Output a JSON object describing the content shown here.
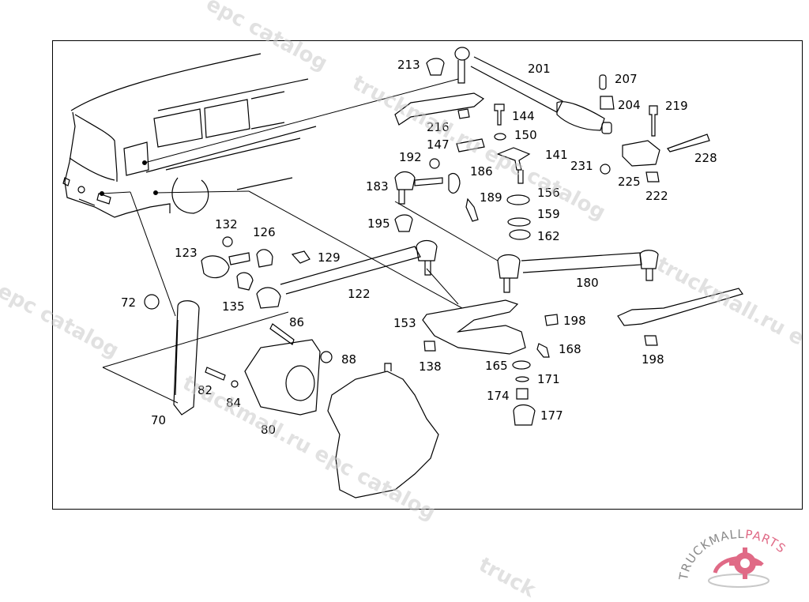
{
  "diagram": {
    "title": "Steering linkage parts diagram",
    "callouts": [
      {
        "id": "213",
        "text": "213"
      },
      {
        "id": "201",
        "text": "201"
      },
      {
        "id": "207",
        "text": "207"
      },
      {
        "id": "204",
        "text": "204"
      },
      {
        "id": "219",
        "text": "219"
      },
      {
        "id": "144",
        "text": "144"
      },
      {
        "id": "216",
        "text": "216"
      },
      {
        "id": "150",
        "text": "150"
      },
      {
        "id": "147",
        "text": "147"
      },
      {
        "id": "141",
        "text": "141"
      },
      {
        "id": "192",
        "text": "192"
      },
      {
        "id": "231",
        "text": "231"
      },
      {
        "id": "228",
        "text": "228"
      },
      {
        "id": "186",
        "text": "186"
      },
      {
        "id": "225",
        "text": "225"
      },
      {
        "id": "183",
        "text": "183"
      },
      {
        "id": "156",
        "text": "156"
      },
      {
        "id": "222",
        "text": "222"
      },
      {
        "id": "189",
        "text": "189"
      },
      {
        "id": "159",
        "text": "159"
      },
      {
        "id": "195",
        "text": "195"
      },
      {
        "id": "162",
        "text": "162"
      },
      {
        "id": "132",
        "text": "132"
      },
      {
        "id": "126",
        "text": "126"
      },
      {
        "id": "123",
        "text": "123"
      },
      {
        "id": "129",
        "text": "129"
      },
      {
        "id": "180",
        "text": "180"
      },
      {
        "id": "72",
        "text": "72"
      },
      {
        "id": "135",
        "text": "135"
      },
      {
        "id": "122",
        "text": "122"
      },
      {
        "id": "86",
        "text": "86"
      },
      {
        "id": "153",
        "text": "153"
      },
      {
        "id": "198a",
        "text": "198"
      },
      {
        "id": "168",
        "text": "168"
      },
      {
        "id": "198b",
        "text": "198"
      },
      {
        "id": "138",
        "text": "138"
      },
      {
        "id": "88",
        "text": "88"
      },
      {
        "id": "165",
        "text": "165"
      },
      {
        "id": "171",
        "text": "171"
      },
      {
        "id": "82",
        "text": "82"
      },
      {
        "id": "174",
        "text": "174"
      },
      {
        "id": "84",
        "text": "84"
      },
      {
        "id": "177",
        "text": "177"
      },
      {
        "id": "70",
        "text": "70"
      },
      {
        "id": "80",
        "text": "80"
      }
    ]
  },
  "watermarks": [
    "epc catalog",
    "truckmall.ru epc catalog",
    "truckmall.ru epc catalog",
    "l epc catalog",
    "truckmall.ru e",
    "truck"
  ],
  "logo": {
    "brand_left": "TRUCKMALL",
    "brand_right": "PARTS",
    "accent": "#e06a86",
    "gray": "#8a8a8a"
  }
}
